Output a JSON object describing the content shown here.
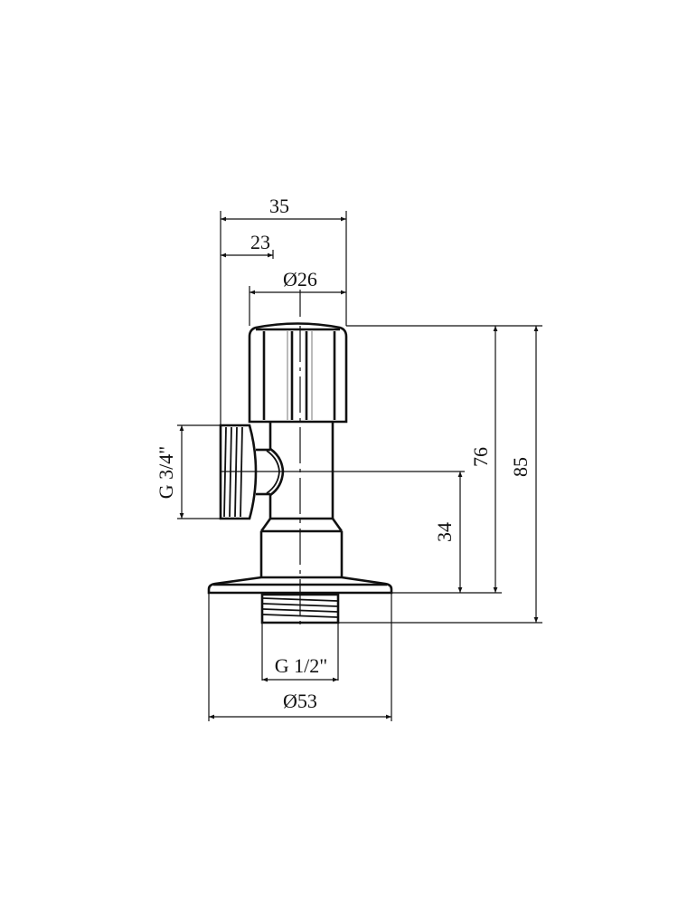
{
  "drawing": {
    "title": "Angle valve technical drawing",
    "colors": {
      "line": "#111111",
      "background": "#ffffff",
      "highlight": "#bbbbbb"
    },
    "dimensions": {
      "overall_width": "35",
      "outlet_offset": "23",
      "handle_diameter": "Ø26",
      "outlet_thread": "G 3/4\"",
      "inlet_thread": "G 1/2\"",
      "flange_diameter": "Ø53",
      "outlet_height": "34",
      "body_height": "76",
      "total_height": "85"
    }
  }
}
